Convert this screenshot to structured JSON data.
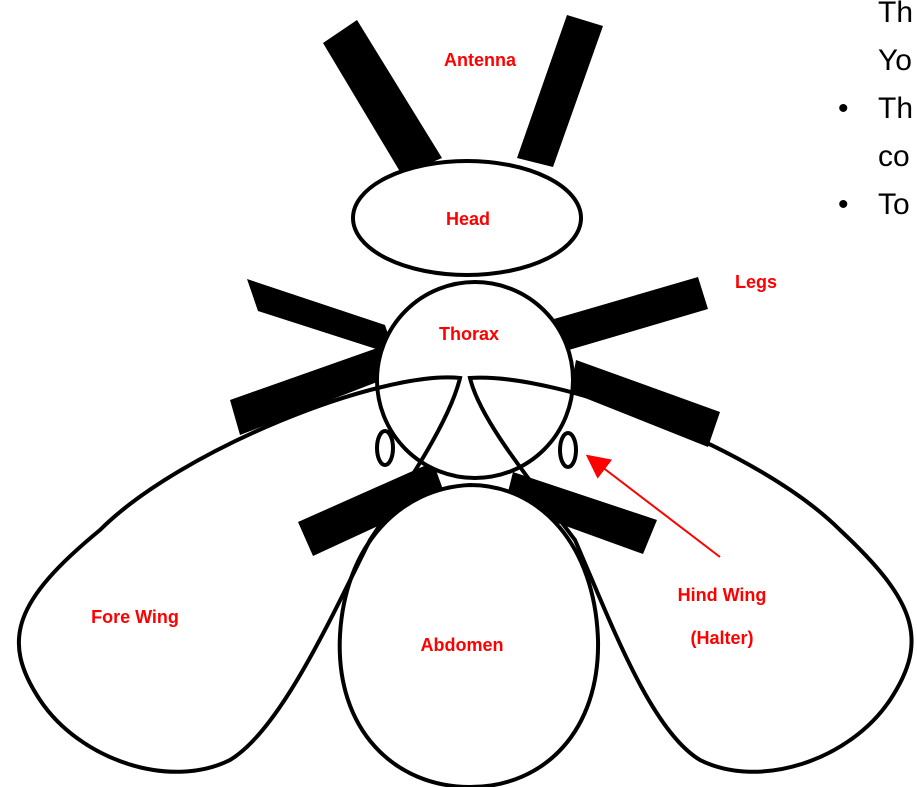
{
  "labels": {
    "antenna": "Antenna",
    "head": "Head",
    "legs": "Legs",
    "thorax": "Thorax",
    "fore_wing": "Fore Wing",
    "abdomen": "Abdomen",
    "hind_wing_line1": "Hind Wing",
    "hind_wing_line2": "(Halter)"
  },
  "side_text": {
    "line1": "Th",
    "line2": "Yo",
    "bullet2_line1": "Th",
    "bullet2_line2": "co",
    "bullet3_line1": "To",
    "bullet_symbol": "•"
  },
  "colors": {
    "label": "#ff0000",
    "outline": "#000000",
    "arrow": "#ff0000"
  }
}
